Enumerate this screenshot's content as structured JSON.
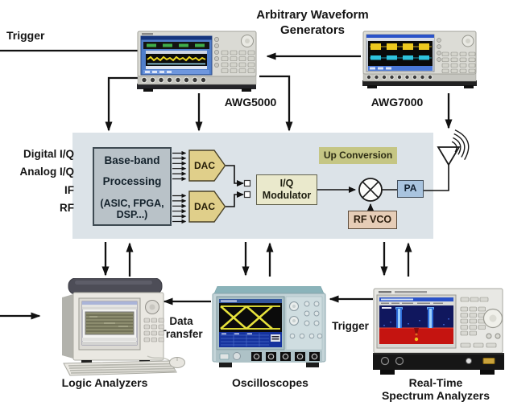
{
  "title": "Arbitrary Waveform Generators",
  "top": {
    "trigger_label": "Trigger",
    "awg5000_label": "AWG5000",
    "awg7000_label": "AWG7000"
  },
  "signal_inputs": [
    "Digital I/Q",
    "Analog I/Q",
    "IF",
    "RF"
  ],
  "chain": {
    "baseband_line1": "Base-band",
    "baseband_line2": "Processing",
    "baseband_line3": "(ASIC, FPGA,",
    "baseband_line4": "DSP...)",
    "dac_top_label": "DAC",
    "dac_bottom_label": "DAC",
    "iq_line1": "I/Q",
    "iq_line2": "Modulator",
    "up_conversion_label": "Up Conversion",
    "rf_vco_label": "RF VCO",
    "pa_label": "PA"
  },
  "bottom": {
    "logic_label": "Logic Analyzers",
    "scope_label": "Oscilloscopes",
    "rtsa_line1": "Real-Time",
    "rtsa_line2": "Spectrum Analyzers",
    "data_transfer_label": "Data Transfer",
    "trigger_label": "Trigger"
  },
  "icons": {
    "mixer": "multiplier-mixer-icon",
    "antenna": "antenna-icon",
    "instruments": [
      "awg5000-photo",
      "awg7000-photo",
      "logic-analyzer-photo",
      "oscilloscope-photo",
      "spectrum-analyzer-photo"
    ]
  },
  "colors": {
    "background": "#ffffff",
    "panel_bg": "#dce3e8",
    "baseband_fill": "#b9c2c8",
    "baseband_border": "#3e4a52",
    "dac_fill": "#e0cf8a",
    "iq_modulator_fill": "#eae9cc",
    "up_conversion_fill": "#c5c684",
    "pa_fill": "#a9c4df",
    "rf_vco_fill": "#e6cdb7",
    "arrow_color": "#111111"
  }
}
